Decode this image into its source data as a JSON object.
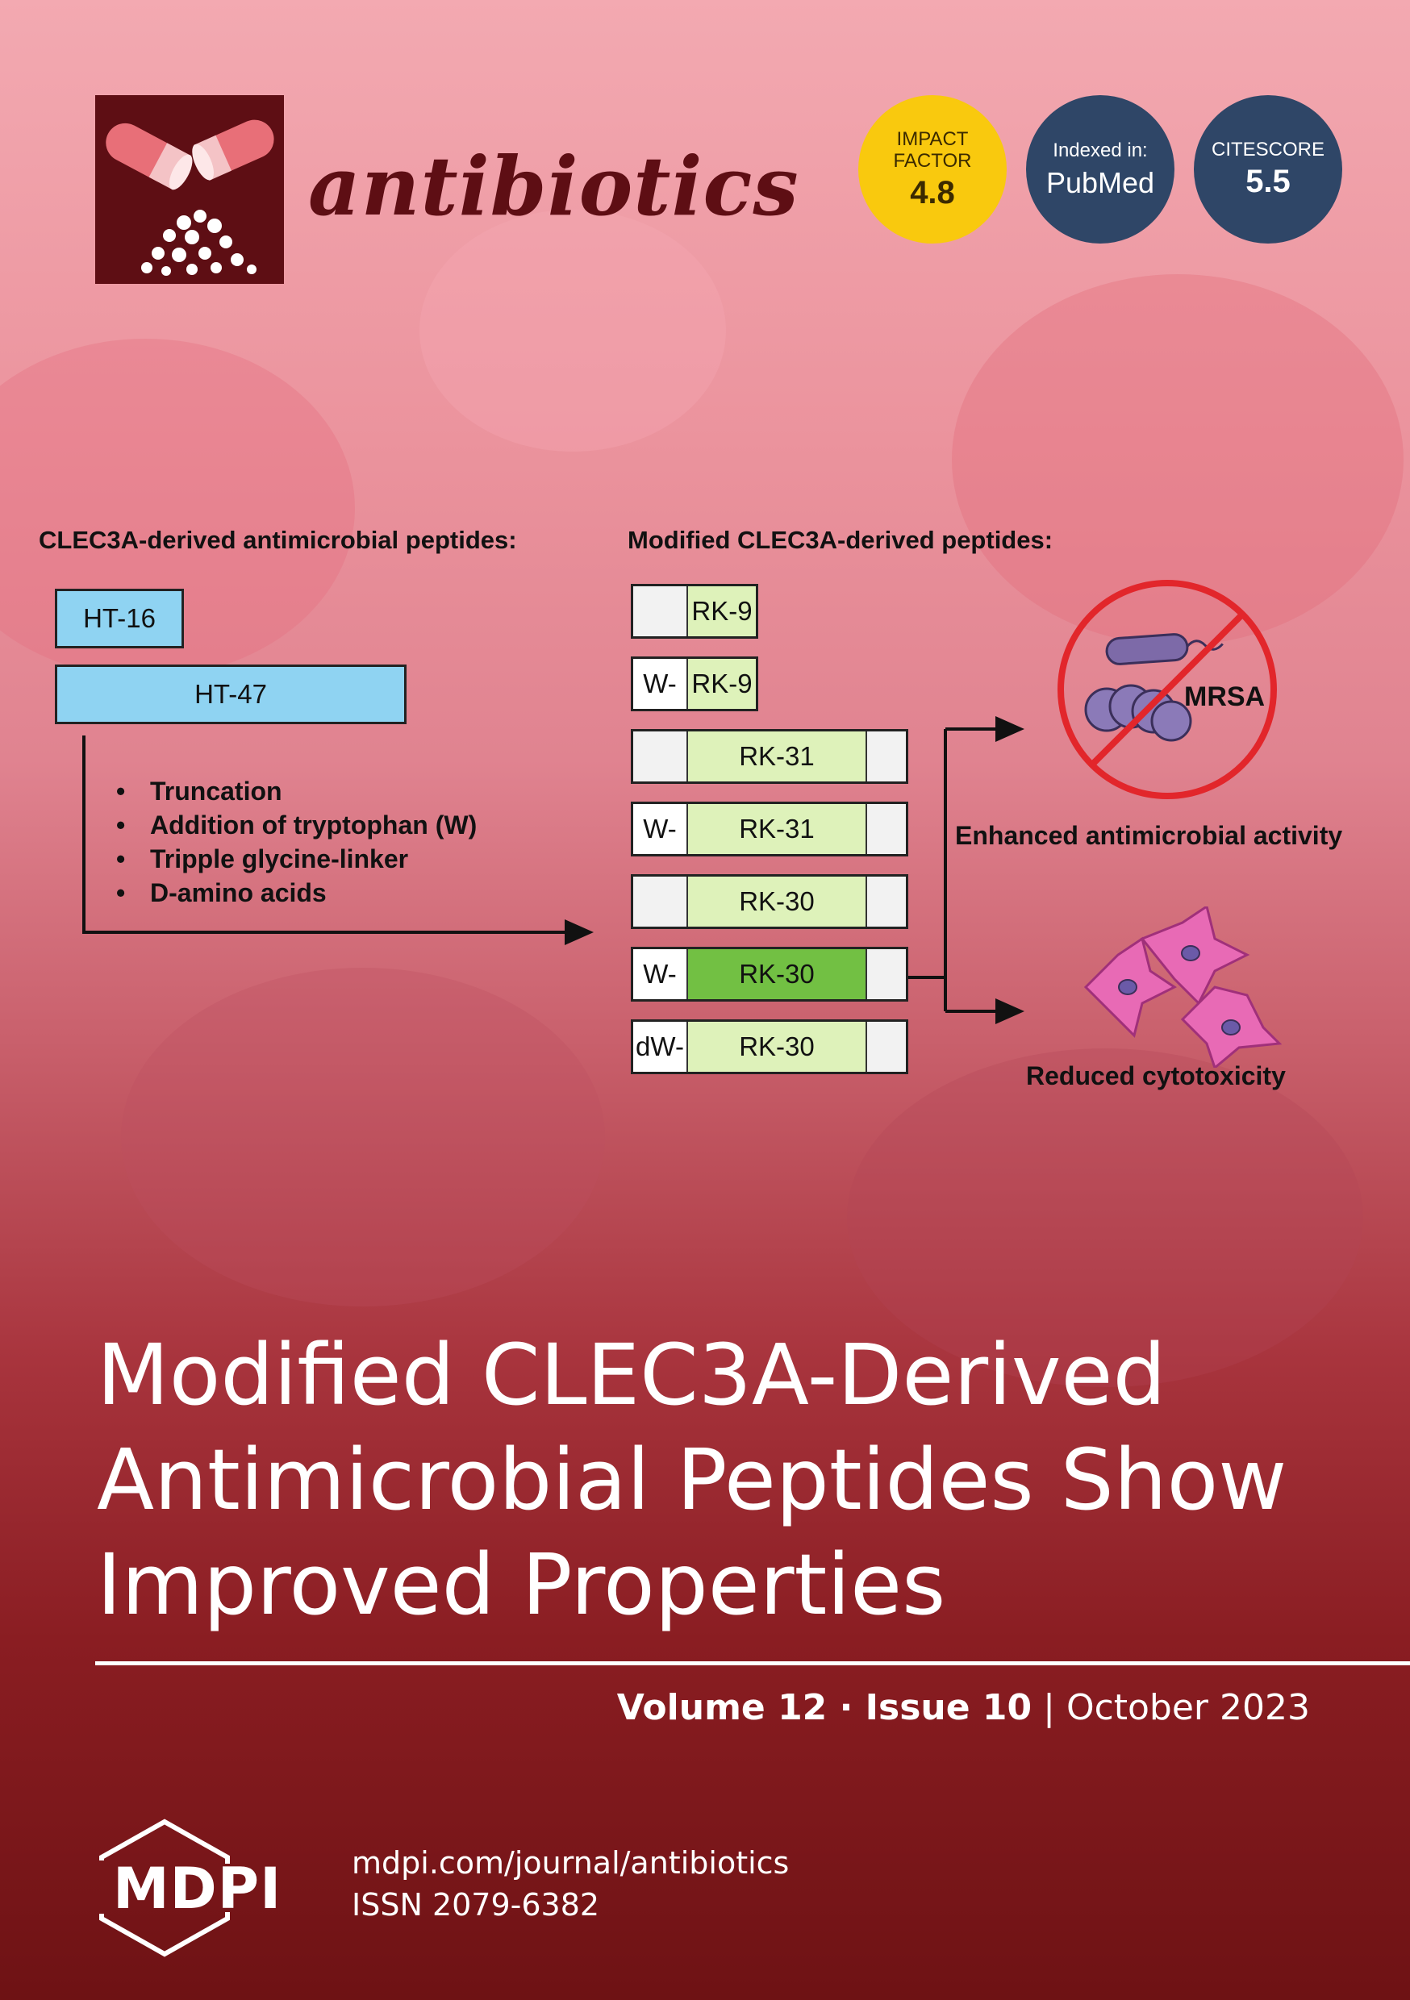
{
  "journal": {
    "name": "antibiotics"
  },
  "badges": {
    "impact_factor": {
      "line1": "IMPACT",
      "line2": "FACTOR",
      "value": "4.8"
    },
    "pubmed": {
      "label": "Indexed in:",
      "value": "PubMed"
    },
    "citescore": {
      "label": "CITESCORE",
      "value": "5.5"
    }
  },
  "graphic": {
    "left_heading": "CLEC3A-derived antimicrobial peptides:",
    "right_heading": "Modified CLEC3A-derived peptides:",
    "source_peptides": [
      "HT-16",
      "HT-47"
    ],
    "modifications": [
      "Truncation",
      "Addition of tryptophan (W)",
      "Tripple glycine-linker",
      "D-amino acids"
    ],
    "rows": [
      {
        "prefix": "",
        "label": "RK-9"
      },
      {
        "prefix": "W-",
        "label": "RK-9"
      },
      {
        "prefix": "",
        "label": "RK-31"
      },
      {
        "prefix": "W-",
        "label": "RK-31"
      },
      {
        "prefix": "",
        "label": "RK-30"
      },
      {
        "prefix": "W-",
        "label": "RK-30"
      },
      {
        "prefix": "dW-",
        "label": "RK-30"
      }
    ],
    "mrsa_label": "MRSA",
    "outcome_1": "Enhanced antimicrobial activity",
    "outcome_2": "Reduced cytotoxicity"
  },
  "article": {
    "title_line1": "Modified CLEC3A-Derived",
    "title_line2": "Antimicrobial Peptides Show",
    "title_line3": "Improved Properties"
  },
  "issue": {
    "volume": "Volume 12",
    "sep": " · ",
    "number": "Issue 10",
    "bar": " | ",
    "date": "October 2023"
  },
  "publisher": {
    "name": "MDPI",
    "url": "mdpi.com/journal/antibiotics",
    "issn": "ISSN 2079-6382"
  },
  "colors": {
    "brand": "#5e0e14",
    "impact_yellow": "#f9c90e",
    "badge_navy": "#2f4667",
    "highlight_green": "#72c043"
  }
}
